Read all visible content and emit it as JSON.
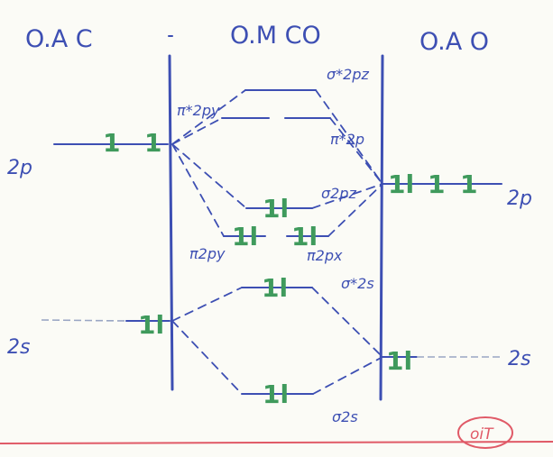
{
  "headers": {
    "left_ao": "O.A C",
    "center_mo": "O.M CO",
    "right_ao": "O.A O"
  },
  "carbon_levels": {
    "level_2p": "2p",
    "level_2s": "2s",
    "electrons_2p": [
      "1",
      "1"
    ],
    "electrons_2s": "1l"
  },
  "oxygen_levels": {
    "level_2p": "2p",
    "level_2s": "2s",
    "electrons_2p": [
      "1l",
      "1",
      "1"
    ],
    "electrons_2s": "1l"
  },
  "mo_labels": {
    "sigma_star_2pz": "σ*2pz",
    "pi_star_2p": "π*2p",
    "pi_star_2py": "π*2py",
    "sigma_2pz": "σ2pz",
    "pi_2py": "π2py",
    "pi_2px": "π2px",
    "sigma_star_2s": "σ*2s",
    "sigma_2s": "σ2s"
  },
  "mo_electrons": {
    "sigma_2pz": "1l",
    "pi_2py": "1l",
    "pi_2px": "1l",
    "sigma_star_2s": "1l",
    "sigma_2s": "1l"
  },
  "stamp": "oiT",
  "colors": {
    "ink_blue": "#3d4fb3",
    "ink_green": "#3f9a5c",
    "ink_red": "#e05a67"
  }
}
